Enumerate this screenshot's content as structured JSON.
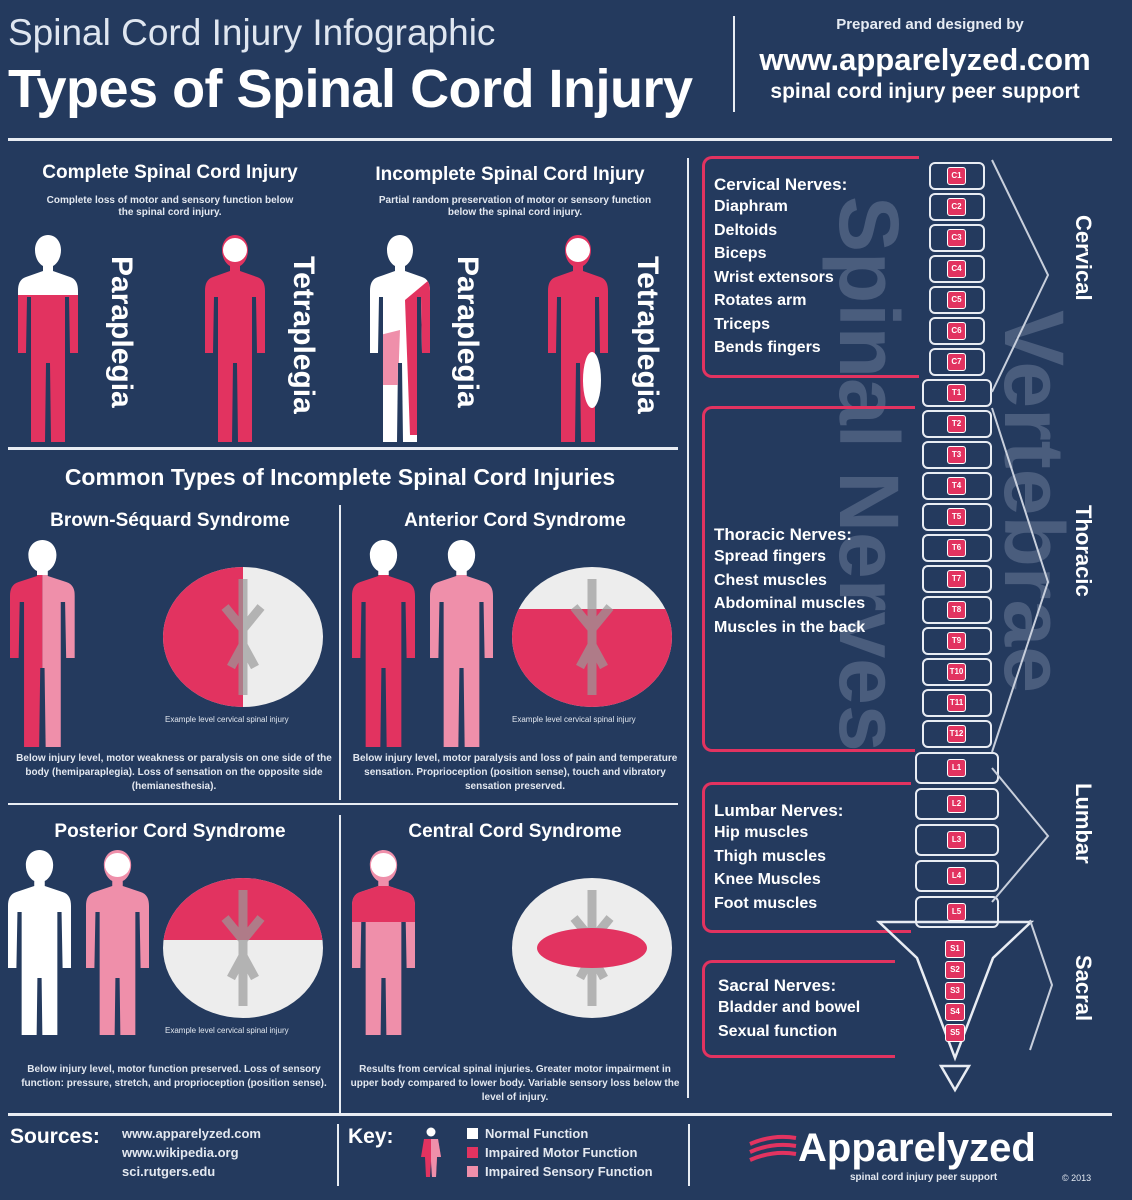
{
  "header": {
    "subtitle": "Spinal Cord Injury Infographic",
    "title": "Types of Spinal Cord Injury",
    "prepared_by": "Prepared and designed by",
    "website": "www.apparelyzed.com",
    "tagline": "spinal cord injury peer support"
  },
  "injury_types": {
    "complete": {
      "title": "Complete Spinal Cord Injury",
      "description": "Complete loss of motor and sensory function below the spinal cord injury.",
      "paraplegia": "Paraplegia",
      "tetraplegia": "Tetraplegia"
    },
    "incomplete": {
      "title": "Incomplete Spinal Cord Injury",
      "description": "Partial random preservation of motor or sensory function below the spinal cord injury.",
      "paraplegia": "Paraplegia",
      "tetraplegia": "Tetraplegia"
    }
  },
  "common": {
    "title": "Common Types of Incomplete Spinal Cord Injuries",
    "example_label": "Example level cervical spinal injury",
    "brown": {
      "title": "Brown-Séquard Syndrome",
      "caption": "Below injury level, motor weakness or paralysis on one side of the body (hemiparaplegia). Loss of sensation on the opposite side (hemianesthesia)."
    },
    "anterior": {
      "title": "Anterior Cord Syndrome",
      "caption": "Below injury level, motor paralysis and loss of pain and temperature sensation. Proprioception (position sense), touch and vibratory sensation preserved."
    },
    "posterior": {
      "title": "Posterior Cord Syndrome",
      "caption": "Below injury level, motor function preserved. Loss of sensory function: pressure, stretch, and proprioception (position sense)."
    },
    "central": {
      "title": "Central Cord Syndrome",
      "caption": "Results from cervical spinal injuries. Greater motor impairment in upper body compared to lower body. Variable sensory loss below the level of injury."
    }
  },
  "spine": {
    "watermark_nerves": "Spinal Nerves",
    "watermark_vertebrae": "Vertebrae",
    "regions": [
      "Cervical",
      "Thoracic",
      "Lumbar",
      "Sacral"
    ],
    "cervical": {
      "title": "Cervical Nerves:",
      "items": [
        "Diaphram",
        "Deltoids",
        "Biceps",
        "Wrist extensors",
        "Rotates arm",
        "Triceps",
        "Bends fingers"
      ]
    },
    "thoracic": {
      "title": "Thoracic Nerves:",
      "items": [
        "Spread fingers",
        "Chest muscles",
        "Abdominal muscles",
        "Muscles in the back"
      ]
    },
    "lumbar": {
      "title": "Lumbar Nerves:",
      "items": [
        "Hip muscles",
        "Thigh muscles",
        "Knee Muscles",
        "Foot muscles"
      ]
    },
    "sacral": {
      "title": "Sacral Nerves:",
      "items": [
        "Bladder and bowel",
        "Sexual function"
      ]
    },
    "vertebrae": [
      "C1",
      "C2",
      "C3",
      "C4",
      "C5",
      "C6",
      "C7",
      "T1",
      "T2",
      "T3",
      "T4",
      "T5",
      "T6",
      "T7",
      "T8",
      "T9",
      "T10",
      "T11",
      "T12",
      "L1",
      "L2",
      "L3",
      "L4",
      "L5"
    ],
    "sacral_segments": [
      "S1",
      "S2",
      "S3",
      "S4",
      "S5"
    ]
  },
  "footer": {
    "sources_label": "Sources:",
    "sources": [
      "www.apparelyzed.com",
      "www.wikipedia.org",
      "sci.rutgers.edu"
    ],
    "key_label": "Key:",
    "key": [
      {
        "label": "Normal Function",
        "color": "#ffffff"
      },
      {
        "label": "Impaired Motor Function",
        "color": "#e23360"
      },
      {
        "label": "Impaired Sensory Function",
        "color": "#ef8faa"
      }
    ],
    "brand": "Apparelyzed",
    "brand_tagline": "spinal cord injury peer support",
    "copyright": "© 2013"
  },
  "colors": {
    "background": "#243a5e",
    "motor": "#e23360",
    "sensory": "#ef8faa",
    "normal": "#ffffff",
    "line": "#e8ecf3"
  }
}
